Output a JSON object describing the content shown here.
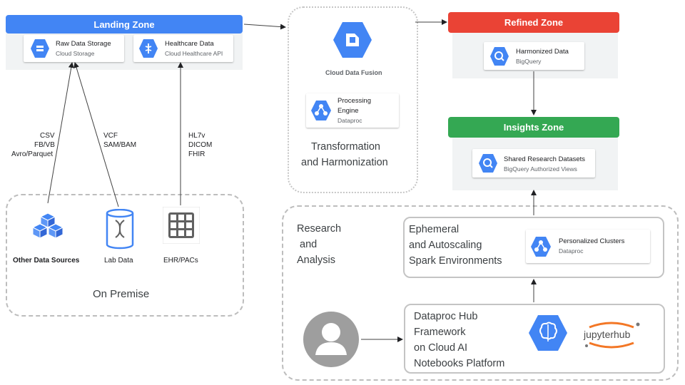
{
  "zones": {
    "landing": "Landing Zone",
    "refined": "Refined Zone",
    "insights": "Insights Zone"
  },
  "cards": {
    "raw": {
      "title": "Raw Data Storage",
      "sub": "Cloud Storage"
    },
    "healthcare": {
      "title": "Healthcare Data",
      "sub": "Cloud Healthcare API"
    },
    "harmonized": {
      "title": "Harmonized Data",
      "sub": "BigQuery"
    },
    "shared": {
      "title": "Shared Research Datasets",
      "sub": "BigQuery Authorized Views"
    },
    "processing": {
      "title_line1": "Processing",
      "title_line2": "Engine",
      "sub": "Dataproc"
    },
    "clusters": {
      "title": "Personalized Clusters",
      "sub": "Dataproc"
    }
  },
  "fusion": {
    "label": "Cloud Data Fusion"
  },
  "transformation": {
    "line1": "Transformation",
    "line2": "and Harmonization"
  },
  "formats": {
    "a": [
      "CSV",
      "FB/VB",
      "Avro/Parquet"
    ],
    "b": [
      "VCF",
      "SAM/BAM"
    ],
    "c": [
      "HL7v",
      "DICOM",
      "FHIR"
    ]
  },
  "on_premise": {
    "title": "On Premise",
    "sources": [
      "Other Data Sources",
      "Lab Data",
      "EHR/PACs"
    ]
  },
  "research": {
    "line1": "Research",
    "line2": "and",
    "line3": "Analysis",
    "ephemeral": [
      "Ephemeral",
      "and Autoscaling",
      "Spark Environments"
    ],
    "hub": [
      "Dataproc Hub",
      "Framework",
      "on Cloud AI",
      "Notebooks Platform"
    ],
    "jupyter": "jupyterhub"
  },
  "colors": {
    "blue": "#4285f4",
    "red": "#ea4335",
    "green": "#34a853",
    "gray": "#9e9e9e"
  }
}
